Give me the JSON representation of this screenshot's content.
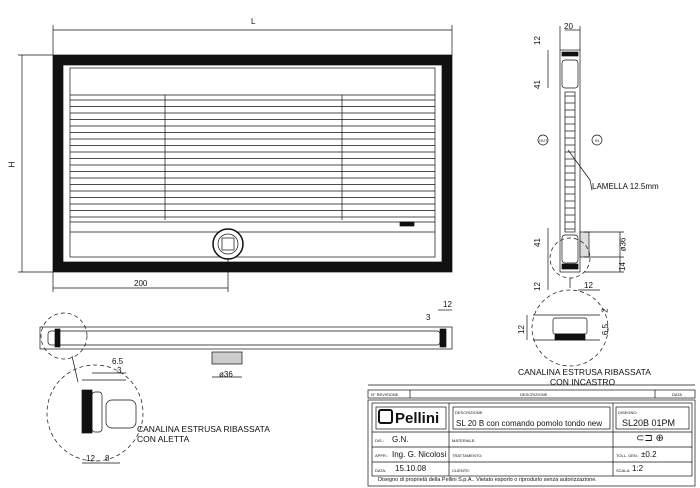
{
  "front_view": {
    "dim_width": "L",
    "dim_height": "H",
    "dim_knob_offset": "200"
  },
  "side_view": {
    "dim_width": "20",
    "dim_top_rail": "12",
    "dim_top_box": "41",
    "dim_bottom_box": "41",
    "dim_bottom_rail": "12",
    "dim_knob_dia": "ø36",
    "dim_knob_offset": "14",
    "dim_knob_depth": "12",
    "out_label": "OUT",
    "in_label": "IN",
    "slat_label": "LAMELLA 12.5mm"
  },
  "detail_right": {
    "dim_2": "2",
    "dim_6_5": "6,5",
    "dim_12": "12",
    "caption_line1": "CANALINA ESTRUSA RIBASSATA",
    "caption_line2": "CON INCASTRO"
  },
  "section_view": {
    "dim_12": "12",
    "dim_3": "3",
    "dim_knob": "ø36"
  },
  "detail_left": {
    "dim_6_5": "6.5",
    "dim_3": "3",
    "dim_12": "12",
    "dim_8": "8",
    "caption_line1": "CANALINA ESTRUSA RIBASSATA",
    "caption_line2": "CON ALETTA"
  },
  "title_block": {
    "revision_header": {
      "number": "N° REVISIONE",
      "description": "DESCRIZIONE",
      "date": "DATA"
    },
    "logo": "Pellini",
    "description_label": "DESCRIZIONE:",
    "description": "SL 20 B con comando pomolo tondo new",
    "drawing_label": "DISEGNO:",
    "drawing": "SL20B 01PM",
    "drawn_label": "DIS.:",
    "drawn": "G.N.",
    "approved_label": "APPR.:",
    "approved": "Ing. G. Nicolosi",
    "date_label": "DATA:",
    "date": "15.10.08",
    "material_label": "MATERIALE:",
    "treatment_label": "TRATTAMENTO:",
    "client_label": "CLIENTE:",
    "tolerance_label": "TOLL. GEN.:",
    "tolerance": "±0.2",
    "scale_label": "SCALA:",
    "scale": "1:2",
    "footer": "Disegno di proprietà della Pellini S.p.A.. Vietato esporlo o riprodurlo senza autorizzazione."
  }
}
